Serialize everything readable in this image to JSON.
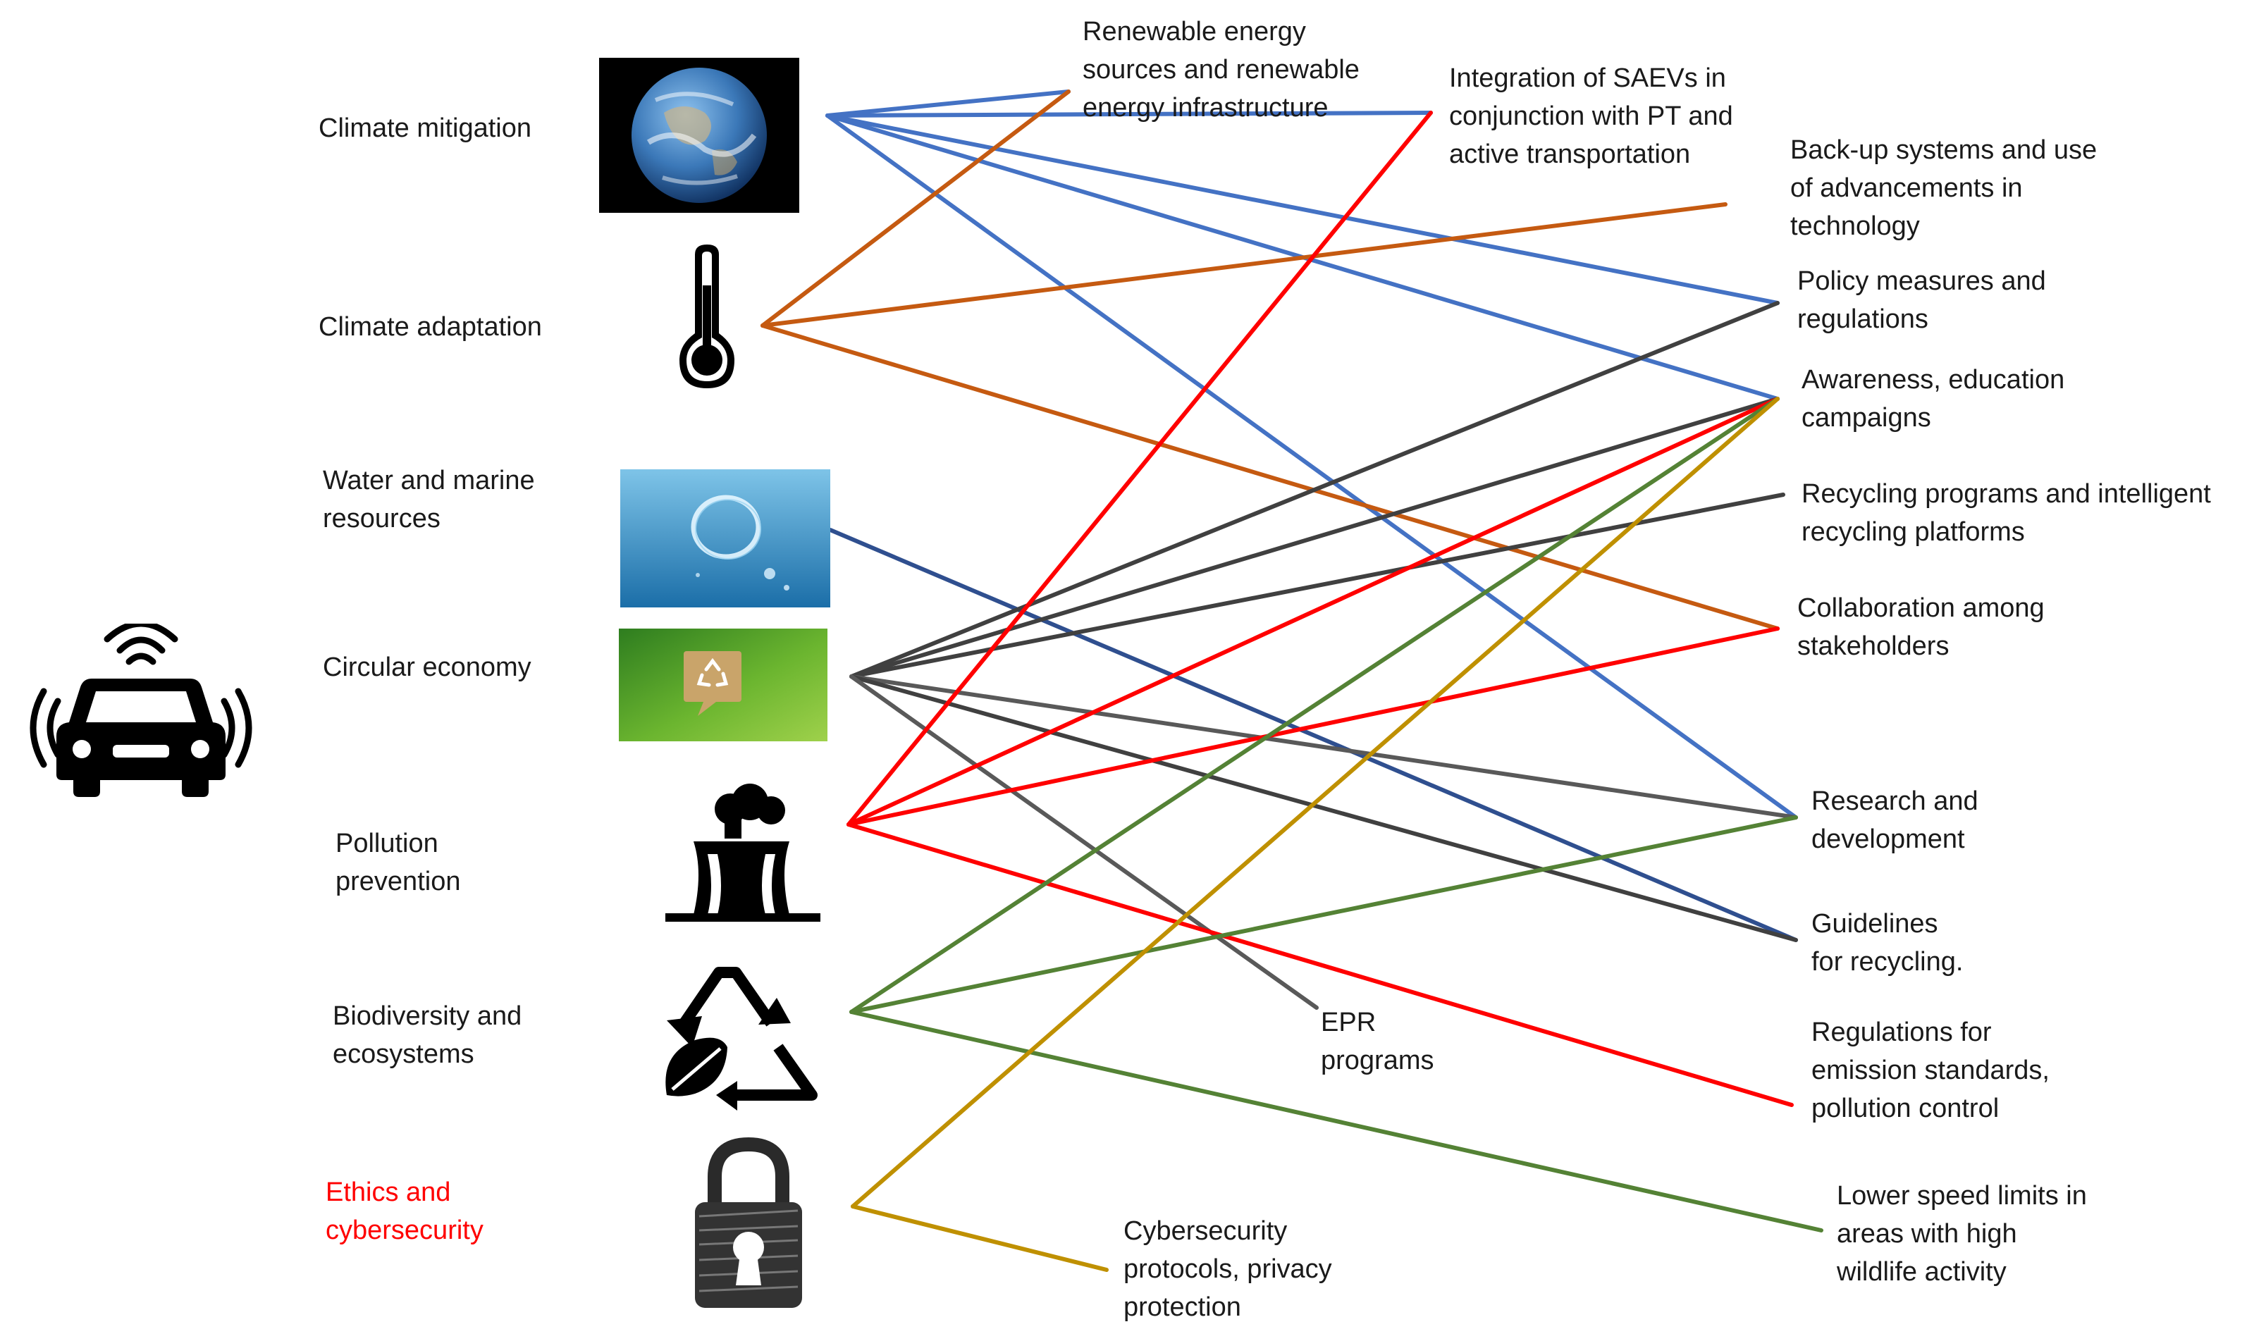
{
  "colors": {
    "blue": "#4472C4",
    "orange": "#C55A11",
    "red": "#FF0000",
    "dark": "#404040",
    "slate": "#2F4F8F",
    "gray": "#595959",
    "green": "#548235",
    "gold": "#BF9000",
    "ethics_text": "#FF0000"
  },
  "categories": [
    {
      "id": "climate-mitigation",
      "label": "Climate mitigation",
      "icon": "earth-globe-icon"
    },
    {
      "id": "climate-adaptation",
      "label": "Climate adaptation",
      "icon": "thermometer-icon"
    },
    {
      "id": "water-marine",
      "label": "Water and marine\nresources",
      "icon": "water-bubble-ring-icon"
    },
    {
      "id": "circular-economy",
      "label": "Circular economy",
      "icon": "recycle-box-icon"
    },
    {
      "id": "pollution-prevention",
      "label": "Pollution\nprevention",
      "icon": "factory-icon"
    },
    {
      "id": "biodiversity",
      "label": "Biodiversity and\necosystems",
      "icon": "leaf-recycle-icon"
    },
    {
      "id": "ethics-cyber",
      "label": "Ethics and\ncybersecurity",
      "icon": "padlock-icon"
    }
  ],
  "measures": [
    {
      "id": "renewable-energy",
      "label": "Renewable energy\nsources and renewable\nenergy infrastructure"
    },
    {
      "id": "saev-integration",
      "label": "Integration of SAEVs in\nconjunction with PT and\nactive transportation"
    },
    {
      "id": "backup-systems",
      "label": "Back-up systems and use\nof advancements in\ntechnology"
    },
    {
      "id": "policy-measures",
      "label": "Policy measures and\nregulations"
    },
    {
      "id": "awareness",
      "label": "Awareness, education\ncampaigns"
    },
    {
      "id": "recycling-programs",
      "label": "Recycling programs and intelligent\nrecycling platforms"
    },
    {
      "id": "collaboration",
      "label": "Collaboration among\nstakeholders"
    },
    {
      "id": "research",
      "label": "Research and\ndevelopment"
    },
    {
      "id": "guidelines",
      "label": "Guidelines\nfor recycling."
    },
    {
      "id": "epr",
      "label": "EPR\nprograms"
    },
    {
      "id": "emission-regs",
      "label": "Regulations for\nemission standards,\npollution control"
    },
    {
      "id": "speed-limits",
      "label": "Lower speed limits in\nareas with high\nwildlife activity"
    },
    {
      "id": "cyber-protocols",
      "label": "Cybersecurity\nprotocols, privacy\nprotection"
    }
  ],
  "links": [
    {
      "from": "climate-mitigation",
      "to": "renewable-energy",
      "color": "blue"
    },
    {
      "from": "climate-mitigation",
      "to": "saev-integration",
      "color": "blue"
    },
    {
      "from": "climate-mitigation",
      "to": "policy-measures",
      "color": "blue"
    },
    {
      "from": "climate-mitigation",
      "to": "awareness",
      "color": "blue"
    },
    {
      "from": "climate-mitigation",
      "to": "research",
      "color": "blue"
    },
    {
      "from": "climate-adaptation",
      "to": "renewable-energy",
      "color": "orange"
    },
    {
      "from": "climate-adaptation",
      "to": "backup-systems",
      "color": "orange"
    },
    {
      "from": "climate-adaptation",
      "to": "collaboration",
      "color": "orange"
    },
    {
      "from": "water-marine",
      "to": "guidelines",
      "color": "slate"
    },
    {
      "from": "circular-economy",
      "to": "policy-measures",
      "color": "dark"
    },
    {
      "from": "circular-economy",
      "to": "awareness",
      "color": "dark"
    },
    {
      "from": "circular-economy",
      "to": "recycling-programs",
      "color": "dark"
    },
    {
      "from": "circular-economy",
      "to": "research",
      "color": "gray"
    },
    {
      "from": "circular-economy",
      "to": "guidelines",
      "color": "dark"
    },
    {
      "from": "circular-economy",
      "to": "epr",
      "color": "gray"
    },
    {
      "from": "pollution-prevention",
      "to": "saev-integration",
      "color": "red"
    },
    {
      "from": "pollution-prevention",
      "to": "awareness",
      "color": "red"
    },
    {
      "from": "pollution-prevention",
      "to": "collaboration",
      "color": "red"
    },
    {
      "from": "pollution-prevention",
      "to": "emission-regs",
      "color": "red"
    },
    {
      "from": "biodiversity",
      "to": "awareness",
      "color": "green"
    },
    {
      "from": "biodiversity",
      "to": "research",
      "color": "green"
    },
    {
      "from": "biodiversity",
      "to": "speed-limits",
      "color": "green"
    },
    {
      "from": "ethics-cyber",
      "to": "awareness",
      "color": "gold"
    },
    {
      "from": "ethics-cyber",
      "to": "cyber-protocols",
      "color": "gold"
    }
  ]
}
